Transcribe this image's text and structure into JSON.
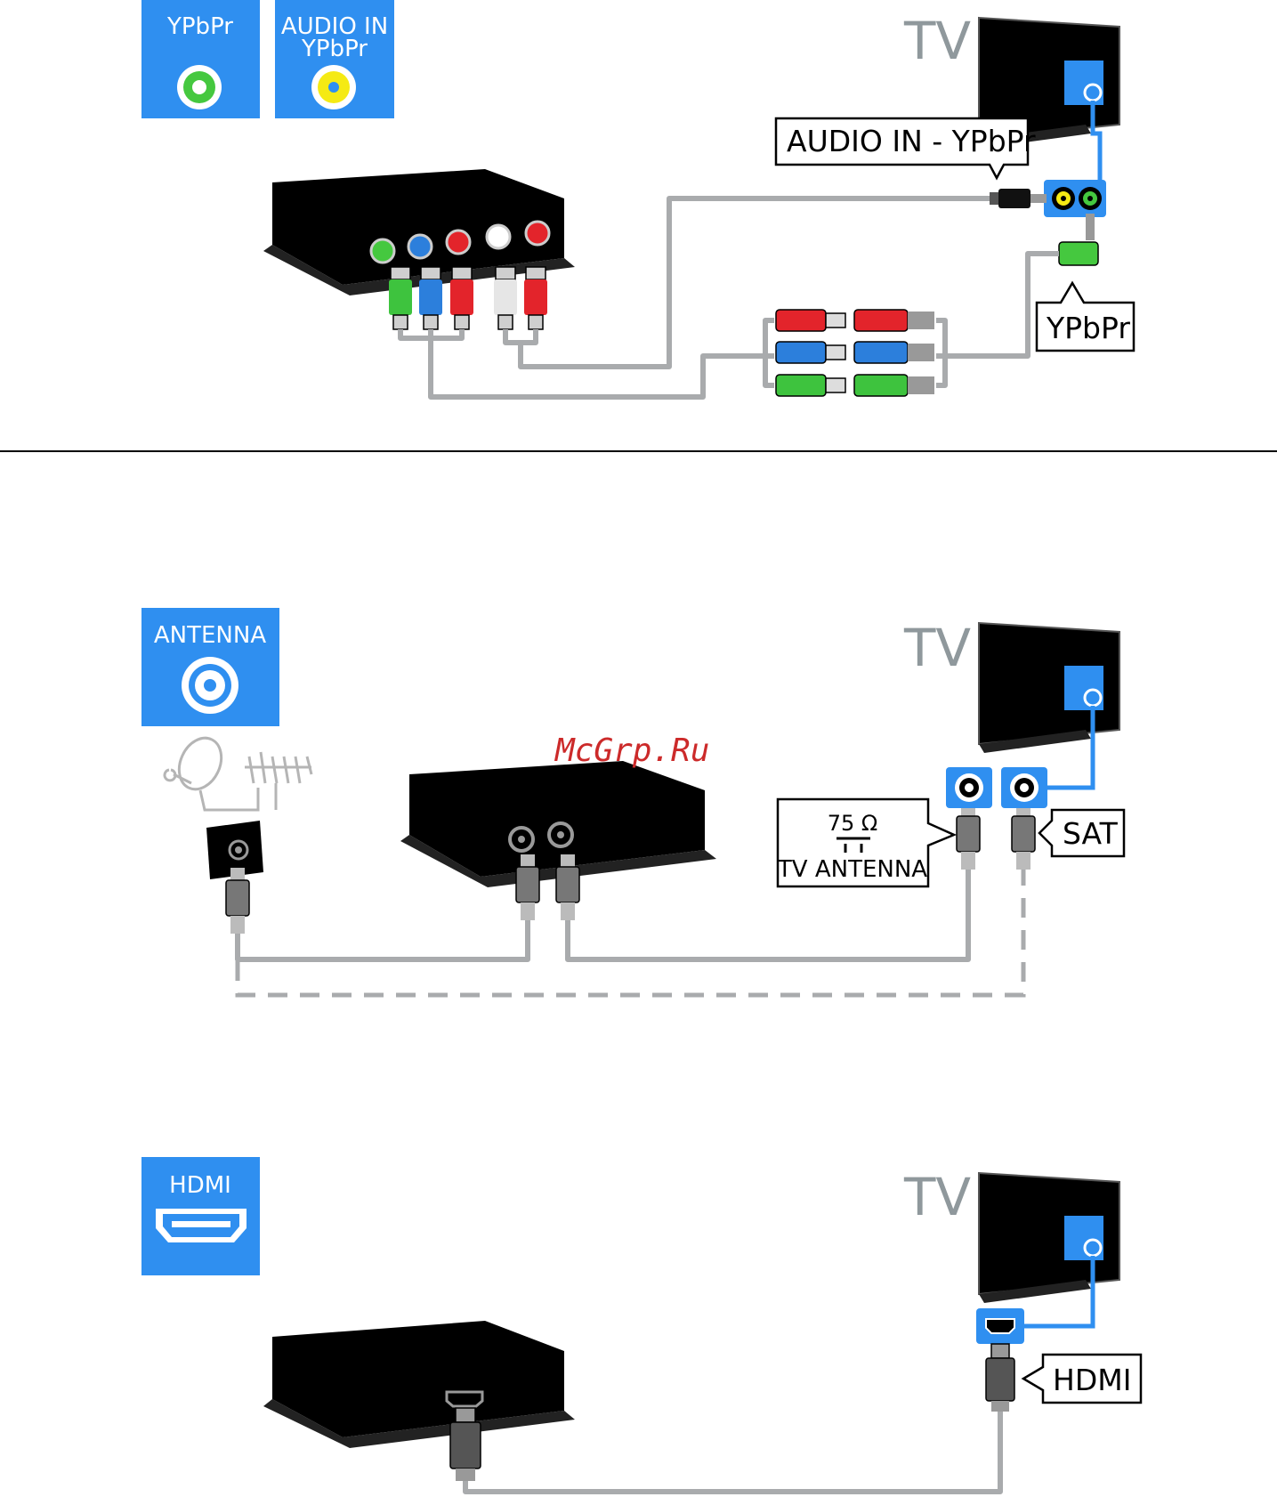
{
  "section1": {
    "icon_box_1_label": "YPbPr",
    "icon_box_2_label_line1": "AUDIO IN",
    "icon_box_2_label_line2": "YPbPr",
    "tv_label": "TV",
    "callout_audio": "AUDIO IN - YPbPr",
    "callout_ypbpr": "YPbPr"
  },
  "section2": {
    "icon_box_label": "ANTENNA",
    "tv_label": "TV",
    "callout_antenna_line1": "75 Ω",
    "callout_antenna_line2": "TV ANTENNA",
    "callout_sat": "SAT"
  },
  "section3": {
    "icon_box_label": "HDMI",
    "tv_label": "TV",
    "callout_hdmi": "HDMI"
  },
  "watermark": "McGrp.Ru",
  "colors": {
    "accent_blue": "#2f8ff0",
    "cable_gray": "#a9abad",
    "rca_green": "#3ec33e",
    "rca_blue": "#2c7fdc",
    "rca_red": "#e3242b",
    "rca_white": "#e6e6e6",
    "tv_label_gray": "#8f989c"
  }
}
